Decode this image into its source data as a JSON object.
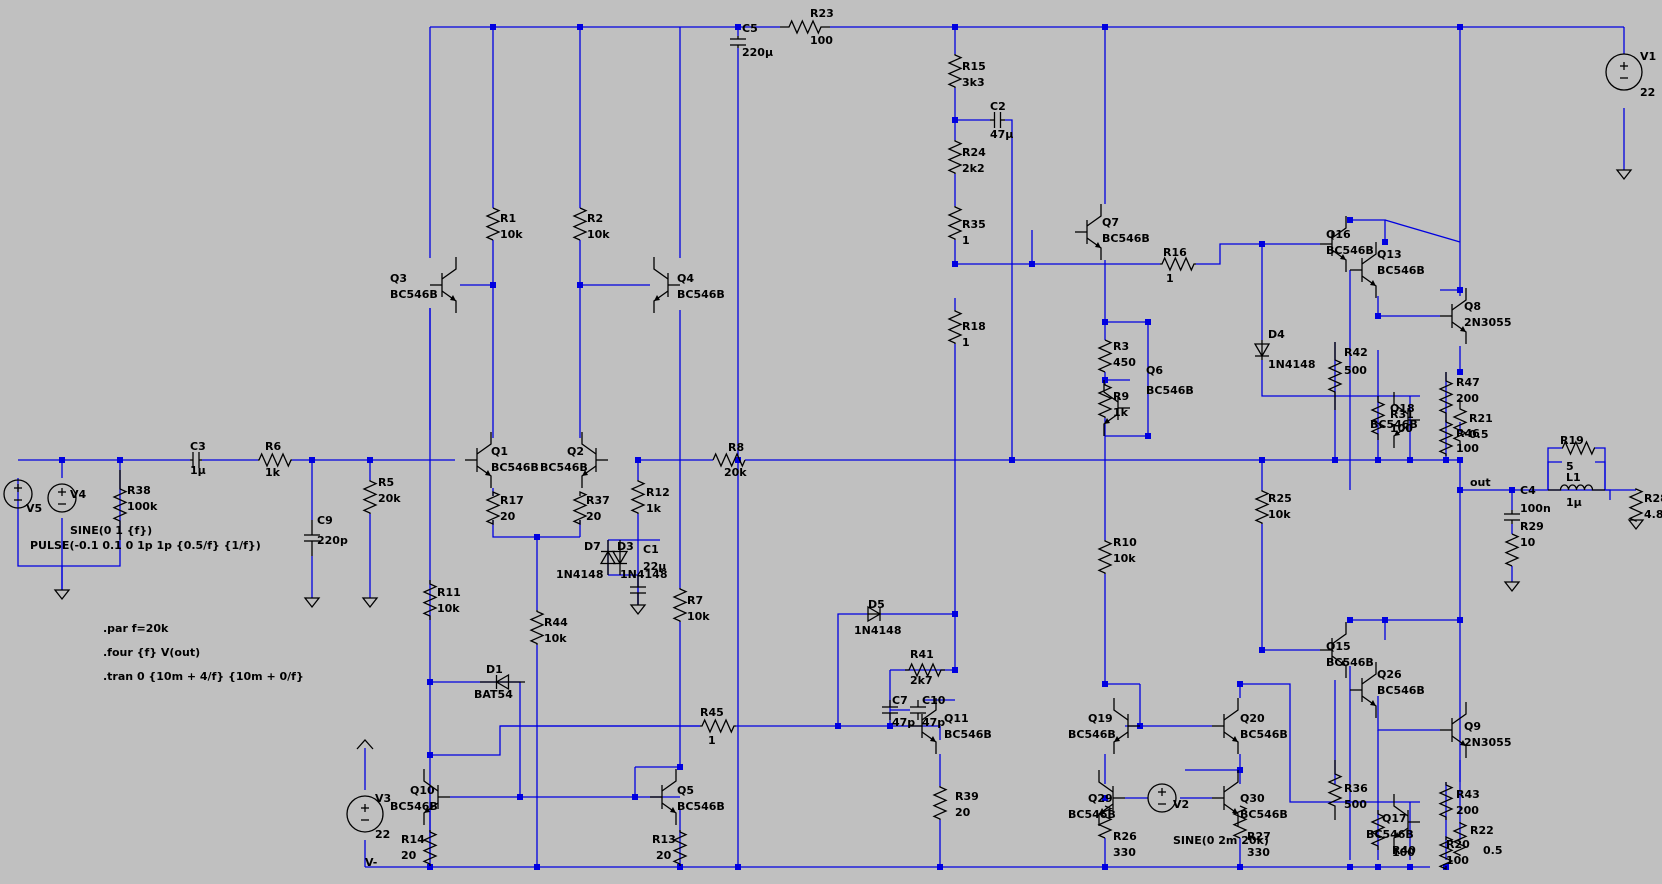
{
  "components": [
    {
      "ref": "V5",
      "value": ""
    },
    {
      "ref": "V4",
      "value": "SINE(0 1 {f})",
      "value2": "PULSE(-0.1 0.1 0 1p 1p {0.5/f} {1/f})"
    },
    {
      "ref": "R38",
      "value": "100k"
    },
    {
      "ref": "C3",
      "value": "1µ"
    },
    {
      "ref": "R6",
      "value": "1k"
    },
    {
      "ref": "C9",
      "value": "220p"
    },
    {
      "ref": "R5",
      "value": "20k"
    },
    {
      "ref": "Q3",
      "value": "BC546B"
    },
    {
      "ref": "R1",
      "value": "10k"
    },
    {
      "ref": "R2",
      "value": "10k"
    },
    {
      "ref": "Q4",
      "value": "BC546B"
    },
    {
      "ref": "C5",
      "value": "220µ"
    },
    {
      "ref": "R23",
      "value": "100"
    },
    {
      "ref": "Q1",
      "value": "BC546B"
    },
    {
      "ref": "Q2",
      "value": "BC546B"
    },
    {
      "ref": "R17",
      "value": "20"
    },
    {
      "ref": "R37",
      "value": "20"
    },
    {
      "ref": "R12",
      "value": "1k"
    },
    {
      "ref": "D7",
      "value": "1N4148"
    },
    {
      "ref": "D3",
      "value": "1N4148"
    },
    {
      "ref": "C1",
      "value": "22µ"
    },
    {
      "ref": "R8",
      "value": "20k"
    },
    {
      "ref": "R11",
      "value": "10k"
    },
    {
      "ref": "R44",
      "value": "10k"
    },
    {
      "ref": "R7",
      "value": "10k"
    },
    {
      "ref": "D1",
      "value": "BAT54"
    },
    {
      "ref": "R45",
      "value": "1"
    },
    {
      "ref": "V3",
      "value": "22"
    },
    {
      "ref": "Q10",
      "value": "BC546B"
    },
    {
      "ref": "Q5",
      "value": "BC546B"
    },
    {
      "ref": "R14",
      "value": "20"
    },
    {
      "ref": "R13",
      "value": "20"
    },
    {
      "ref": "R15",
      "value": "3k3"
    },
    {
      "ref": "C2",
      "value": "47µ"
    },
    {
      "ref": "R24",
      "value": "2k2"
    },
    {
      "ref": "R35",
      "value": "1"
    },
    {
      "ref": "R18",
      "value": "1"
    },
    {
      "ref": "D5",
      "value": "1N4148"
    },
    {
      "ref": "R41",
      "value": "2k7"
    },
    {
      "ref": "C7",
      "value": "47p"
    },
    {
      "ref": "C10",
      "value": "47p"
    },
    {
      "ref": "Q11",
      "value": "BC546B"
    },
    {
      "ref": "R39",
      "value": "20"
    },
    {
      "ref": "Q7",
      "value": "BC546B"
    },
    {
      "ref": "R16",
      "value": "1"
    },
    {
      "ref": "R3",
      "value": "450"
    },
    {
      "ref": "Q6",
      "value": "BC546B"
    },
    {
      "ref": "R9",
      "value": "1k"
    },
    {
      "ref": "R10",
      "value": "10k"
    },
    {
      "ref": "Q19",
      "value": "BC546B"
    },
    {
      "ref": "Q20",
      "value": "BC546B"
    },
    {
      "ref": "Q29",
      "value": "BC546B"
    },
    {
      "ref": "Q30",
      "value": "BC546B"
    },
    {
      "ref": "R26",
      "value": "330"
    },
    {
      "ref": "R27",
      "value": "330"
    },
    {
      "ref": "V2",
      "value": "SINE(0 2m 20k)"
    },
    {
      "ref": "D4",
      "value": "1N4148"
    },
    {
      "ref": "R25",
      "value": "10k"
    },
    {
      "ref": "Q16",
      "value": "BC546B"
    },
    {
      "ref": "Q13",
      "value": "BC546B"
    },
    {
      "ref": "R42",
      "value": "500"
    },
    {
      "ref": "Q18",
      "value": "BC546B"
    },
    {
      "ref": "R31",
      "value": "100"
    },
    {
      "ref": "Q8",
      "value": "2N3055"
    },
    {
      "ref": "R47",
      "value": "200"
    },
    {
      "ref": "R21",
      "value": "0.5"
    },
    {
      "ref": "R46",
      "value": "100"
    },
    {
      "ref": "Q15",
      "value": "BC546B"
    },
    {
      "ref": "Q26",
      "value": "BC546B"
    },
    {
      "ref": "R36",
      "value": "500"
    },
    {
      "ref": "Q17",
      "value": "BC546B"
    },
    {
      "ref": "R40",
      "value": "100"
    },
    {
      "ref": "Q9",
      "value": "2N3055"
    },
    {
      "ref": "R43",
      "value": "200"
    },
    {
      "ref": "R22",
      "value": "0.5"
    },
    {
      "ref": "R20",
      "value": "100"
    },
    {
      "ref": "V1",
      "value": "22"
    },
    {
      "ref": "C4",
      "value": "100n"
    },
    {
      "ref": "R29",
      "value": "10"
    },
    {
      "ref": "R19",
      "value": "5"
    },
    {
      "ref": "L1",
      "value": "1µ"
    },
    {
      "ref": "R28",
      "value": "4.8"
    }
  ],
  "nets": {
    "out": "out",
    "vminus": "V-"
  },
  "directives": [
    ".par f=20k",
    ".four {f} V(out)",
    ".tran 0 {10m + 4/f} {10m + 0/f}"
  ],
  "colors": {
    "background": "#c0c0c0",
    "wire": "#0000e0",
    "component": "#000000"
  }
}
